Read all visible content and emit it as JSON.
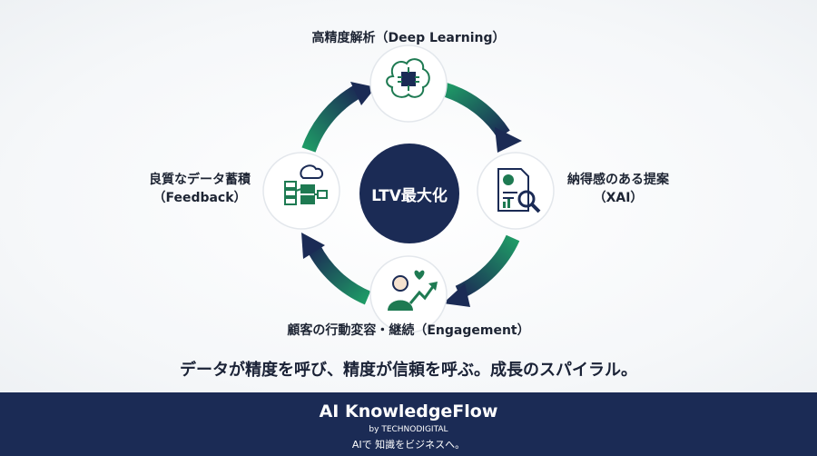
{
  "nodes": {
    "top": {
      "label": "高精度解析（Deep Learning）",
      "icon": "brain-chip-icon"
    },
    "right": {
      "line1": "納得感のある提案",
      "line2": "（XAI）",
      "icon": "report-magnifier-icon"
    },
    "bottom": {
      "label": "顧客の行動変容・継続（Engagement）",
      "icon": "customer-growth-icon"
    },
    "left": {
      "line1": "良質なデータ蓄積",
      "line2": "（Feedback）",
      "icon": "data-cloud-icon"
    }
  },
  "center": {
    "label": "LTV最大化"
  },
  "tagline": "データが精度を呼び、精度が信頼を呼ぶ。成長のスパイラル。",
  "footer": {
    "brand": "AI KnowledgeFlow",
    "byline": "by TECHNODIGITAL",
    "slogan": "AIで 知識をビジネスへ。"
  },
  "colors": {
    "navy": "#1b2b55",
    "green": "#1f8a5c",
    "icon_green": "#1e7a52"
  }
}
